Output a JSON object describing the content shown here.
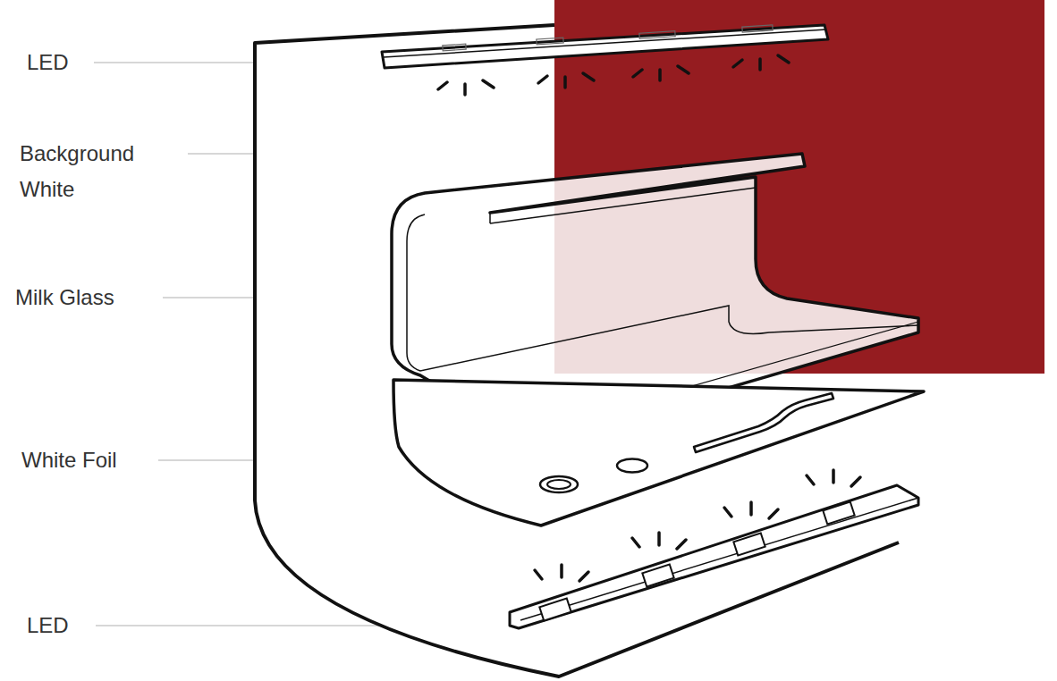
{
  "diagram": {
    "labels": [
      "LED",
      "Background White",
      "Milk Glass",
      "White Foil",
      "LED"
    ]
  }
}
